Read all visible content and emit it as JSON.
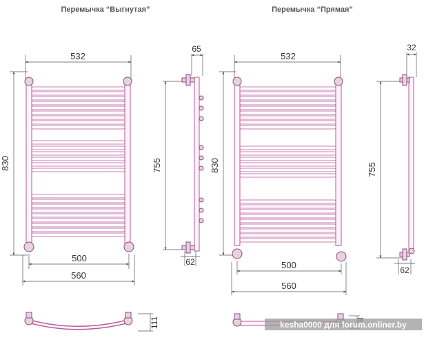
{
  "titles": {
    "left": "Перемычка “Выгнутая”",
    "right": "Перемычка “Прямая”"
  },
  "dimensions": {
    "left_front": {
      "top_width": "532",
      "height": "830",
      "bottom_inner": "500",
      "bottom_outer": "560"
    },
    "left_side": {
      "depth": "65",
      "mount_height": "755",
      "offset": "62"
    },
    "left_top": {
      "depth": "111"
    },
    "right_front": {
      "top_width": "532",
      "height": "830",
      "bottom_inner": "500",
      "bottom_outer": "560"
    },
    "right_side": {
      "depth": "32",
      "mount_height": "755",
      "offset": "62"
    },
    "right_top": {
      "depth": "78"
    }
  },
  "watermark": "kesha0000 для forum.onliner.by",
  "colors": {
    "drawing": "#b9559c",
    "dimension": "#555555",
    "watermark_bg": "#9a9a9a"
  }
}
